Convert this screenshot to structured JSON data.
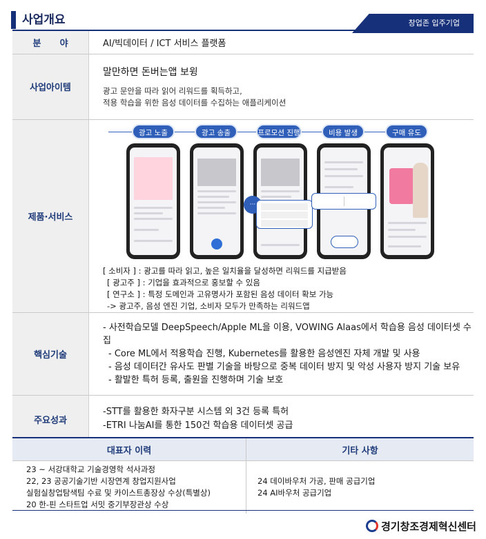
{
  "header": {
    "title": "사업개요",
    "tag": "창업존 입주기업"
  },
  "rows": {
    "field": {
      "label": "분      야",
      "value": "AI/빅데이터 / ICT 서비스 플랫폼"
    },
    "item": {
      "label": "사업아이템",
      "title": "말만하면 돈버는앱 보윙",
      "desc1": "광고 문안을 따라 읽어 리워드를 획득하고,",
      "desc2": "적용 학습을 위한 음성 데이터를 수집하는 애플리케이션"
    },
    "product": {
      "label": "제품·서비스",
      "steps": [
        "광고 노출",
        "광고 송출",
        "프로모션 진행",
        "비용 발생",
        "구매 유도"
      ],
      "roles": [
        "[ 소비자 ] : 광고를 따라 읽고, 높은 일치율을 달성하면 리워드를 지급받음",
        "[ 광고주 ] : 기업을 효과적으로 홍보할 수 있음",
        "[ 연구소 ] : 특정 도메인과 고유명사가 포함된 음성 데이터 확보 가능",
        "-> 광고주, 음성 엔진 기업, 소비자 모두가 만족하는 리워드앱"
      ]
    },
    "tech": {
      "label": "핵심기술",
      "lines": [
        "- 사전학습모델 DeepSpeech/Apple ML을 이용, VOWING Alaas에서 학습용 음성 데이터셋 수집",
        "- Core ML에서 적용학습 진행, Kubernetes를 활용한 음성엔진 자체 개발 및 사용",
        "- 음성 데이터간 유사도 판별 기술을 바탕으로 중복 데이터 방지 및 악성 사용자 방지 기술 보유",
        "- 활발한 특허 등록, 출원을 진행하며 기술 보호"
      ]
    },
    "result": {
      "label": "주요성과",
      "lines": [
        "-STT를 활용한 화자구분 시스템 외 3건 등록 특허",
        "-ETRI 나눔AI를 통한 150건 학습용 데이터셋 공급"
      ]
    }
  },
  "bottom": {
    "left_header": "대표자 이력",
    "right_header": "기타 사항",
    "left_lines": [
      "23 ~ 서강대학교 기술경영학 석사과정",
      "22, 23 공공기술기반 시장연계 창업지원사업",
      "실험실창업탐색팀 수료 및 카이스트총장상 수상(특별상)",
      "20 한-핀 스타트업 서밋 중기부장관상 수상"
    ],
    "right_lines": [
      "24 데이바우처 가공, 판매 공급기업",
      "24 AI바우처 공급기업"
    ]
  },
  "logo": {
    "name": "경기창조경제혁신센터"
  }
}
